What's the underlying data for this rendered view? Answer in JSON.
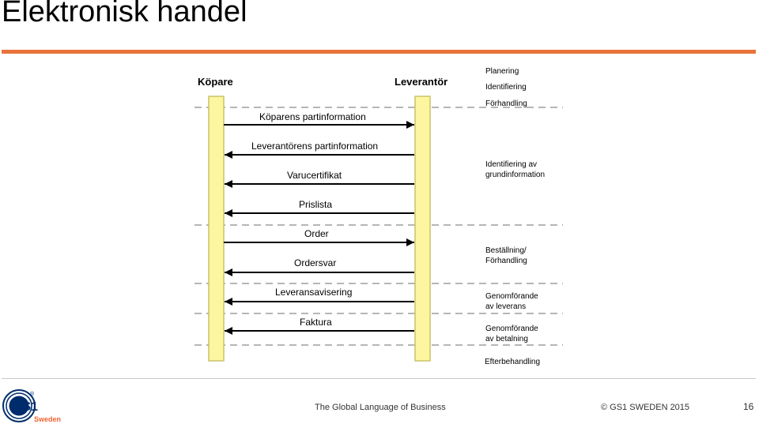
{
  "slide": {
    "title": "Elektronisk handel",
    "tagline": "The Global Language of Business",
    "copyright": "© GS1 SWEDEN 2015",
    "page_number": "16",
    "colors": {
      "accent": "#e8743b",
      "lifeline_fill": "#fcf6a0",
      "lifeline_border": "#c9c36a",
      "logo_blue": "#002c6c",
      "logo_orange": "#f26334"
    }
  },
  "logo": {
    "text": "GS1",
    "registered": "®",
    "subtitle": "Sweden"
  },
  "diagram": {
    "actors": {
      "buyer": "Köpare",
      "supplier": "Leverantör"
    },
    "messages": [
      {
        "label": "Köparens partinformation",
        "direction": "to-supplier"
      },
      {
        "label": "Leverantörens partinformation",
        "direction": "to-buyer"
      },
      {
        "label": "Varucertifikat",
        "direction": "to-buyer"
      },
      {
        "label": "Prislista",
        "direction": "to-buyer"
      },
      {
        "label": "Order",
        "direction": "to-supplier"
      },
      {
        "label": "Ordersvar",
        "direction": "to-buyer"
      },
      {
        "label": "Leveransavisering",
        "direction": "to-buyer"
      },
      {
        "label": "Faktura",
        "direction": "to-buyer"
      }
    ],
    "phases": [
      [
        "Planering",
        "Identifiering",
        "Förhandling"
      ],
      [
        "Identifiering av",
        "grundinformation"
      ],
      [
        "Beställning/",
        "Förhandling"
      ],
      [
        "Genomförande",
        "av leverans"
      ],
      [
        "Genomförande",
        "av betalning"
      ],
      [
        "Efterbehandling"
      ]
    ]
  }
}
